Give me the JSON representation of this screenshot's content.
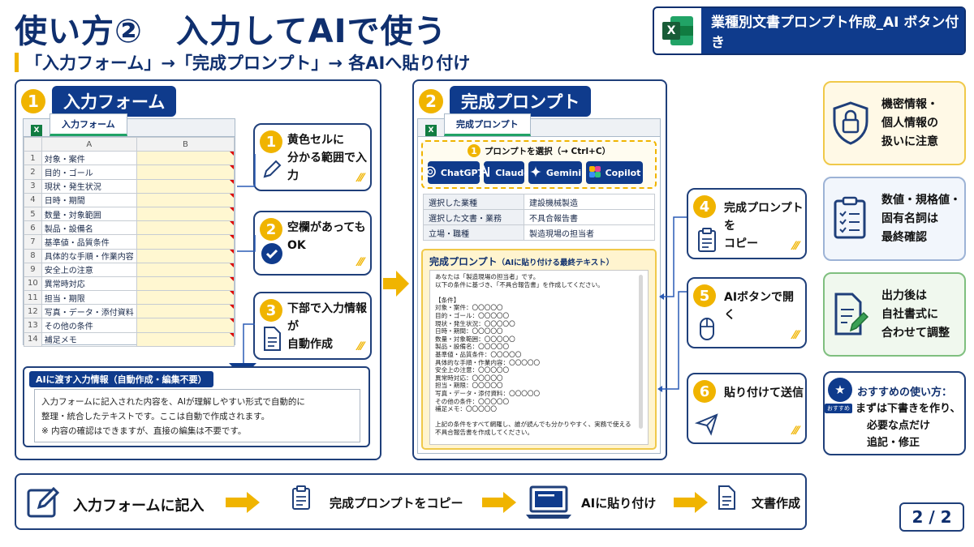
{
  "header": {
    "title": "使い方②　入力してAIで使う",
    "subtitle": "「入力フォーム」→「完成プロンプト」→ 各AIへ貼り付け",
    "badge_label": "業種別文書プロンプト作成_AI ボタン付き",
    "badge_icon": "excel-icon"
  },
  "section1": {
    "number": "1",
    "title": "入力フォーム",
    "sheet_tab": "入力フォーム",
    "col_a": "A",
    "col_b": "B",
    "rows": [
      {
        "n": "1",
        "label": "対象・案件"
      },
      {
        "n": "2",
        "label": "目的・ゴール"
      },
      {
        "n": "3",
        "label": "現状・発生状況"
      },
      {
        "n": "4",
        "label": "日時・期間"
      },
      {
        "n": "5",
        "label": "数量・対象範囲"
      },
      {
        "n": "6",
        "label": "製品・設備名"
      },
      {
        "n": "7",
        "label": "基準値・品質条件"
      },
      {
        "n": "8",
        "label": "具体的な手順・作業内容"
      },
      {
        "n": "9",
        "label": "安全上の注意"
      },
      {
        "n": "10",
        "label": "異常時対応"
      },
      {
        "n": "11",
        "label": "担当・期限"
      },
      {
        "n": "12",
        "label": "写真・データ・添付資料"
      },
      {
        "n": "13",
        "label": "その他の条件"
      },
      {
        "n": "14",
        "label": "補足メモ"
      }
    ],
    "steps": [
      {
        "number": "1",
        "line1": "黄色セルに",
        "line2": "分かる範囲で入力",
        "icon": "pencil-icon"
      },
      {
        "number": "2",
        "line1": "空欄があっても",
        "line2": "OK",
        "icon": "check-circle-icon"
      },
      {
        "number": "3",
        "line1": "下部で入力情報が",
        "line2": "自動作成",
        "icon": "document-icon"
      }
    ],
    "auto_label": "AIに渡す入力情報（自動作成・編集不要）",
    "auto_lines": [
      "入力フォームに記入された内容を、AIが理解しやすい形式で自動的に",
      "整理・統合したテキストです。ここは自動で作成されます。",
      "※ 内容の確認はできますが、直接の編集は不要です。"
    ]
  },
  "section2": {
    "number": "2",
    "title": "完成プロンプト",
    "sheet_tab": "完成プロンプト",
    "select_number": "1",
    "select_label": "プロンプトを選択（→ Ctrl+C）",
    "ai_buttons": [
      {
        "label": "ChatGPT",
        "icon": "chatgpt-icon"
      },
      {
        "label": "Claude",
        "icon": "claude-icon"
      },
      {
        "label": "Gemini",
        "icon": "gemini-icon"
      },
      {
        "label": "Copilot",
        "icon": "copilot-icon"
      }
    ],
    "info_rows": [
      {
        "k": "選択した業種",
        "v": "建設機械製造"
      },
      {
        "k": "選択した文書・業務",
        "v": "不具合報告書"
      },
      {
        "k": "立場・職種",
        "v": "製造現場の担当者"
      }
    ],
    "prompt_title": "完成プロンプト",
    "prompt_note": "（AIに貼り付ける最終テキスト）",
    "prompt_lines": [
      "あなたは「製造現場の担当者」です。",
      "以下の条件に基づき、「不具合報告書」を作成してください。",
      "",
      "【条件】",
      "対象・案件：〇〇〇〇〇",
      "目的・ゴール：〇〇〇〇〇",
      "現状・発生状況：〇〇〇〇〇",
      "日時・期間：〇〇〇〇〇",
      "数量・対象範囲：〇〇〇〇〇",
      "製品・設備名：〇〇〇〇〇",
      "基準値・品質条件：〇〇〇〇〇",
      "具体的な手順・作業内容：〇〇〇〇〇",
      "安全上の注意：〇〇〇〇〇",
      "異常時対応：〇〇〇〇〇",
      "担当・期限：〇〇〇〇〇",
      "写真・データ・添付資料：〇〇〇〇〇",
      "その他の条件：〇〇〇〇〇",
      "補足メモ：〇〇〇〇〇",
      "",
      "上記の条件をすべて網羅し、誰が読んでも分かりやすく、実務で使える",
      "不具合報告書を作成してください。"
    ],
    "steps": [
      {
        "number": "4",
        "line1": "完成プロンプトを",
        "line2": "コピー",
        "icon": "clipboard-icon"
      },
      {
        "number": "5",
        "line1": "AIボタンで開く",
        "line2": "",
        "icon": "mouse-icon"
      },
      {
        "number": "6",
        "line1": "貼り付けて送信",
        "line2": "",
        "icon": "send-icon"
      }
    ]
  },
  "side": [
    {
      "lines": [
        "機密情報・",
        "個人情報の",
        "扱いに注意"
      ],
      "icon": "lock-shield-icon",
      "border": "#f0c94a",
      "bg": "#fff9e6"
    },
    {
      "lines": [
        "数値・規格値・",
        "固有名詞は",
        "最終確認"
      ],
      "icon": "checklist-icon",
      "border": "#9db3d6",
      "bg": "#f2f6fc"
    },
    {
      "lines": [
        "出力後は",
        "自社書式に",
        "合わせて調整"
      ],
      "icon": "edit-document-icon",
      "border": "#7fbf7f",
      "bg": "#f0f8ee"
    }
  ],
  "recommend": {
    "badge": "おすすめ",
    "title": "おすすめの使い方：",
    "lines": [
      "まずは下書きを作り、",
      "必要な点だけ",
      "追記・修正"
    ]
  },
  "flow": [
    {
      "label": "入力フォームに記入",
      "icon": "edit-icon"
    },
    {
      "label": "完成プロンプトをコピー",
      "icon": "clipboard-icon"
    },
    {
      "label": "AIに貼り付け",
      "icon": "laptop-icon"
    },
    {
      "label": "文書作成",
      "icon": "document-icon"
    }
  ],
  "page_number": "2 / 2",
  "colors": {
    "navy": "#0f3b8c",
    "accent": "#f0b400"
  }
}
